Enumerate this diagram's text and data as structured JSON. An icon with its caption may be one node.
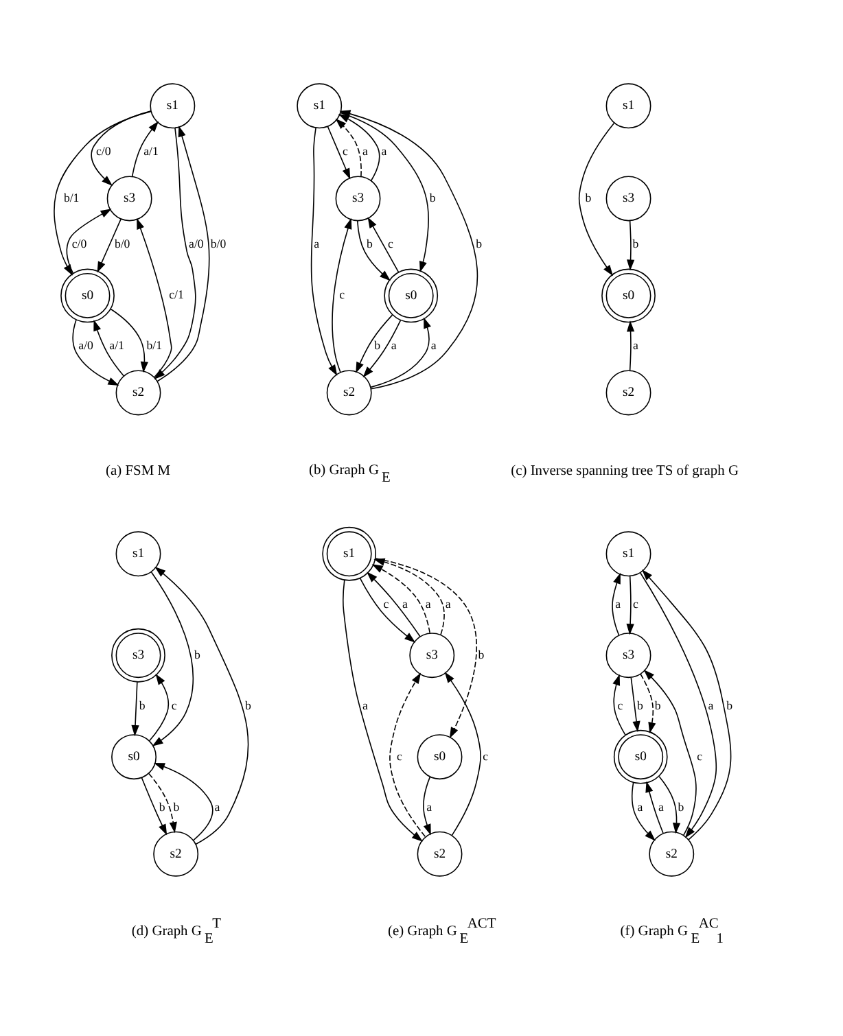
{
  "diagram": {
    "nodes": [
      {
        "text": [
          "s1"
        ]
      },
      {
        "text": [
          "s3"
        ]
      },
      {
        "text": [
          "s0"
        ]
      },
      {
        "text": [
          "s2"
        ]
      },
      {
        "text": [
          "s1"
        ]
      },
      {
        "text": [
          "s3"
        ]
      },
      {
        "text": [
          "s0"
        ]
      },
      {
        "text": [
          "s2"
        ]
      },
      {
        "text": [
          "s1"
        ]
      },
      {
        "text": [
          "s3"
        ]
      },
      {
        "text": [
          "s0"
        ]
      },
      {
        "text": [
          "s2"
        ]
      },
      {
        "text": [
          "s1"
        ]
      },
      {
        "text": [
          "s3"
        ]
      },
      {
        "text": [
          "s0"
        ]
      },
      {
        "text": [
          "s2"
        ]
      },
      {
        "text": [
          "s1"
        ]
      },
      {
        "text": [
          "s3"
        ]
      },
      {
        "text": [
          "s0"
        ]
      },
      {
        "text": [
          "s2"
        ]
      },
      {
        "text": [
          "s1"
        ]
      },
      {
        "text": [
          "s3"
        ]
      },
      {
        "text": [
          "s0"
        ]
      },
      {
        "text": [
          "s2"
        ]
      }
    ],
    "edges": [
      {
        "from": 0,
        "to": 1,
        "arrow": "to",
        "label": "c/0"
      },
      {
        "from": 1,
        "to": 0,
        "arrow": "to",
        "label": "a/1"
      },
      {
        "from": 0,
        "to": 2,
        "arrow": "to",
        "label": "b/1"
      },
      {
        "from": 0,
        "to": 3,
        "arrow": "to",
        "label": "a/0"
      },
      {
        "from": 3,
        "to": 0,
        "arrow": "to",
        "label": "b/0"
      },
      {
        "from": 2,
        "to": 1,
        "arrow": "to",
        "label": "c/0"
      },
      {
        "from": 1,
        "to": 2,
        "arrow": "to",
        "label": "b/0"
      },
      {
        "from": 3,
        "to": 1,
        "arrow": "to",
        "label": "c/1"
      },
      {
        "from": 3,
        "to": 2,
        "arrow": "to",
        "label": "a/1"
      },
      {
        "from": 2,
        "to": 3,
        "arrow": "to",
        "label": "b/1"
      },
      {
        "from": 2,
        "to": 3,
        "arrow": "to",
        "label": "a/0"
      },
      {
        "from": 4,
        "to": 5,
        "arrow": "to",
        "label": "c"
      },
      {
        "from": 5,
        "to": 4,
        "arrow": "to",
        "label": "a",
        "style": "dashed"
      },
      {
        "from": 5,
        "to": 4,
        "arrow": "to",
        "label": "a"
      },
      {
        "from": 4,
        "to": 6,
        "arrow": "to",
        "label": "b"
      },
      {
        "from": 4,
        "to": 7,
        "arrow": "to",
        "label": "a"
      },
      {
        "from": 7,
        "to": 4,
        "arrow": "to",
        "label": "b"
      },
      {
        "from": 6,
        "to": 5,
        "arrow": "to",
        "label": "c"
      },
      {
        "from": 5,
        "to": 6,
        "arrow": "to",
        "label": "b"
      },
      {
        "from": 7,
        "to": 5,
        "arrow": "to",
        "label": "c"
      },
      {
        "from": 7,
        "to": 6,
        "arrow": "to",
        "label": "a"
      },
      {
        "from": 6,
        "to": 7,
        "arrow": "to",
        "label": "b"
      },
      {
        "from": 6,
        "to": 7,
        "arrow": "to",
        "label": "a"
      },
      {
        "from": 8,
        "to": 10,
        "arrow": "to",
        "label": "b"
      },
      {
        "from": 9,
        "to": 10,
        "arrow": "to",
        "label": "b"
      },
      {
        "from": 11,
        "to": 10,
        "arrow": "to",
        "label": "a"
      },
      {
        "from": 12,
        "to": 14,
        "arrow": "to",
        "label": "b"
      },
      {
        "from": 14,
        "to": 13,
        "arrow": "to",
        "label": "c"
      },
      {
        "from": 13,
        "to": 14,
        "arrow": "to",
        "label": "b"
      },
      {
        "from": 15,
        "to": 14,
        "arrow": "to",
        "label": "a"
      },
      {
        "from": 14,
        "to": 15,
        "arrow": "to",
        "label": "b"
      },
      {
        "from": 14,
        "to": 15,
        "arrow": "to",
        "label": "b",
        "style": "dashed"
      },
      {
        "from": 15,
        "to": 12,
        "arrow": "to",
        "label": "b"
      },
      {
        "from": 16,
        "to": 18,
        "arrow": "to",
        "label": "b",
        "style": "dashed"
      },
      {
        "from": 16,
        "to": 17,
        "arrow": "to",
        "label": "c"
      },
      {
        "from": 17,
        "to": 16,
        "arrow": "to",
        "label": "a"
      },
      {
        "from": 17,
        "to": 16,
        "arrow": "to",
        "label": "a",
        "style": "dashed"
      },
      {
        "from": 17,
        "to": 16,
        "arrow": "to",
        "label": "a",
        "style": "dashed"
      },
      {
        "from": 16,
        "to": 19,
        "arrow": "to",
        "label": "a"
      },
      {
        "from": 18,
        "to": 19,
        "arrow": "to",
        "label": "a"
      },
      {
        "from": 19,
        "to": 17,
        "arrow": "to",
        "label": "c"
      },
      {
        "from": 19,
        "to": 17,
        "arrow": "to",
        "label": "c",
        "style": "dashed"
      },
      {
        "from": 20,
        "to": 21,
        "arrow": "to",
        "label": "c"
      },
      {
        "from": 21,
        "to": 20,
        "arrow": "to",
        "label": "a"
      },
      {
        "from": 20,
        "to": 23,
        "arrow": "to",
        "label": "a"
      },
      {
        "from": 23,
        "to": 20,
        "arrow": "to",
        "label": "b"
      },
      {
        "from": 22,
        "to": 21,
        "arrow": "to",
        "label": "c"
      },
      {
        "from": 21,
        "to": 22,
        "arrow": "to",
        "label": "b"
      },
      {
        "from": 21,
        "to": 22,
        "arrow": "to",
        "label": "b",
        "style": "dashed"
      },
      {
        "from": 23,
        "to": 21,
        "arrow": "to",
        "label": "c"
      },
      {
        "from": 23,
        "to": 22,
        "arrow": "to",
        "label": "a"
      },
      {
        "from": 22,
        "to": 23,
        "arrow": "to",
        "label": "b"
      },
      {
        "from": 22,
        "to": 23,
        "arrow": "to",
        "label": "a"
      }
    ],
    "labels": [
      "(a) FSM M",
      "(b) Graph G$_{E}$",
      "(c) Inverse spanning tree TS of graph G",
      "(d) Graph G$_{E}$$^{T}$",
      "(e) Graph G$_{E}$$^{ACT}$",
      "(f) Graph G$_{E}$$^{AC}$$_{1}$"
    ]
  }
}
